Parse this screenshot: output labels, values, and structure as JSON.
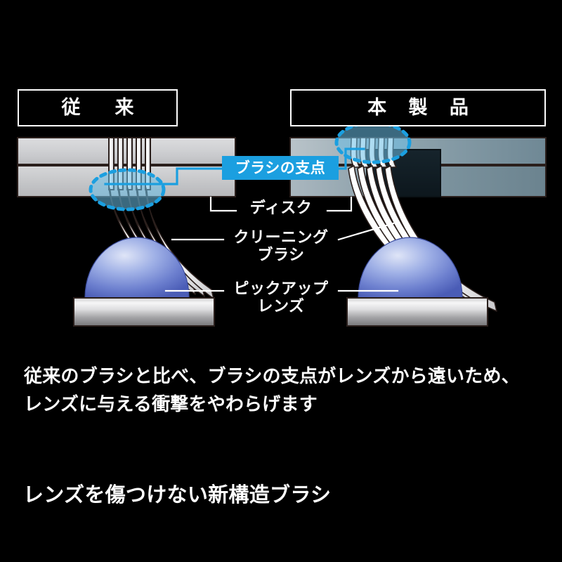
{
  "page": {
    "background_color": "#000000",
    "text_color": "#ffffff",
    "accent_color": "#1b9fe0"
  },
  "comparison": {
    "left_panel": {
      "header": "従　来",
      "header_name": "conventional"
    },
    "right_panel": {
      "header": "本 製 品",
      "header_name": "this-product"
    }
  },
  "callout": {
    "pivot_tag": "ブラシの支点",
    "accent_color": "#1b9fe0"
  },
  "diagram_labels": {
    "disk": "ディスク",
    "cleaning_brush_line1": "クリーニング",
    "cleaning_brush_line2": "ブラシ",
    "pickup_lens_line1": "ピックアップ",
    "pickup_lens_line2": "レンズ"
  },
  "body_copy": {
    "line1": "従来のブラシと比べ、ブラシの支点がレンズから遠いため、",
    "line2": "レンズに与える衝撃をやわらげます"
  },
  "headline": {
    "text": "レンズを傷つけない新構造ブラシ"
  },
  "colors": {
    "disc_left_light": "#d2d3d5",
    "disc_left_dark": "#b9babd",
    "disc_right_light": "#9fb0ba",
    "disc_right_dark": "#6e8894",
    "lens_blue_light": "#c3cdef",
    "lens_blue_dark": "#5468c0",
    "base_metal_light": "#f2f2f2",
    "base_metal_dark": "#8e8e90",
    "bristle_white": "#ffffff",
    "ellipse_fill": "#7fc4e8",
    "ellipse_stroke": "#1b9fe0"
  }
}
